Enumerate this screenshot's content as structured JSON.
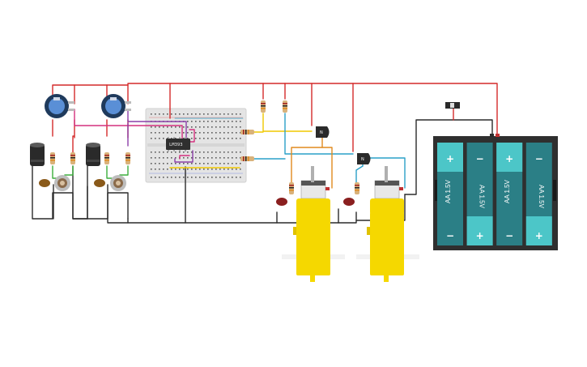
{
  "circuit": {
    "chip": {
      "label": "LM393"
    },
    "transistor_left": {
      "label": "N"
    },
    "transistor_right": {
      "label": "N"
    },
    "battery_pack": {
      "cells": [
        {
          "label": "AA 1.5V",
          "top_sign": "+",
          "bottom_sign": "−"
        },
        {
          "label": "AA 1.5V",
          "top_sign": "−",
          "bottom_sign": "+"
        },
        {
          "label": "AA 1.5V",
          "top_sign": "+",
          "bottom_sign": "−"
        },
        {
          "label": "AA 1.5V",
          "top_sign": "−",
          "bottom_sign": "+"
        }
      ]
    },
    "colors": {
      "wire_red": "#d42a2a",
      "wire_black": "#2b2b2b",
      "wire_purple": "#8b3fa8",
      "wire_pink": "#d4307e",
      "wire_yellow": "#f0c800",
      "wire_blue": "#2aa0c8",
      "wire_orange": "#e08a1e",
      "wire_green": "#3cae3c",
      "motor_yellow": "#f5d800",
      "battery_teal": "#2b7f86",
      "battery_teal_light": "#4cc6c8",
      "breadboard": "#e4e4e4"
    }
  }
}
